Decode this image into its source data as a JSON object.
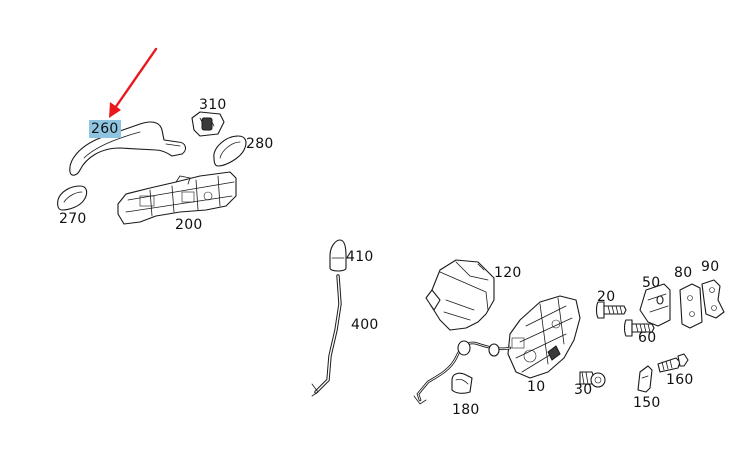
{
  "diagram": {
    "highlight_color": "#8ec4e0",
    "arrow_color": "#e8181c",
    "labels": {
      "l260": "260",
      "l310": "310",
      "l280": "280",
      "l270": "270",
      "l200": "200",
      "l410": "410",
      "l400": "400",
      "l120": "120",
      "l20": "20",
      "l50": "50",
      "l80": "80",
      "l90": "90",
      "l60": "60",
      "l10": "10",
      "l30": "30",
      "l160": "160",
      "l150": "150",
      "l180": "180"
    }
  }
}
